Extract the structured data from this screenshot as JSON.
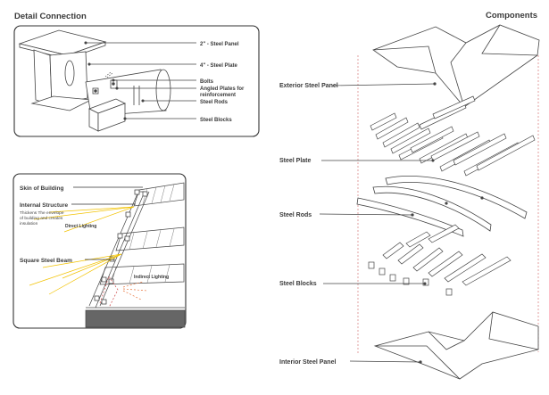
{
  "detail": {
    "title": "Detail Connection",
    "labels": {
      "panel": "2\" - Steel Panel",
      "plate": "4\" - Steel Plate",
      "bolts": "Bolts",
      "angled1": "Angled Plates for",
      "angled2": "reinforcement",
      "rods": "Steel Rods",
      "blocks": "Steel Blocks"
    }
  },
  "section": {
    "skin": "Skin of Building",
    "internal": "Internal Structure",
    "note1": "Thickens The envelope",
    "note2": "of building and creates",
    "note3": "insulation",
    "direct": "Direct Lighting",
    "beam": "Square Steel Beam",
    "indirect": "Indirect Lighting"
  },
  "components": {
    "title": "Components",
    "exterior": "Exterior Steel Panel",
    "plate": "Steel Plate",
    "rods": "Steel Rods",
    "blocks": "Steel Blocks",
    "interior": "Interior Steel Panel"
  },
  "colors": {
    "light": "#f2c200",
    "indirect": "#e8743b",
    "guide": "#d06060"
  }
}
